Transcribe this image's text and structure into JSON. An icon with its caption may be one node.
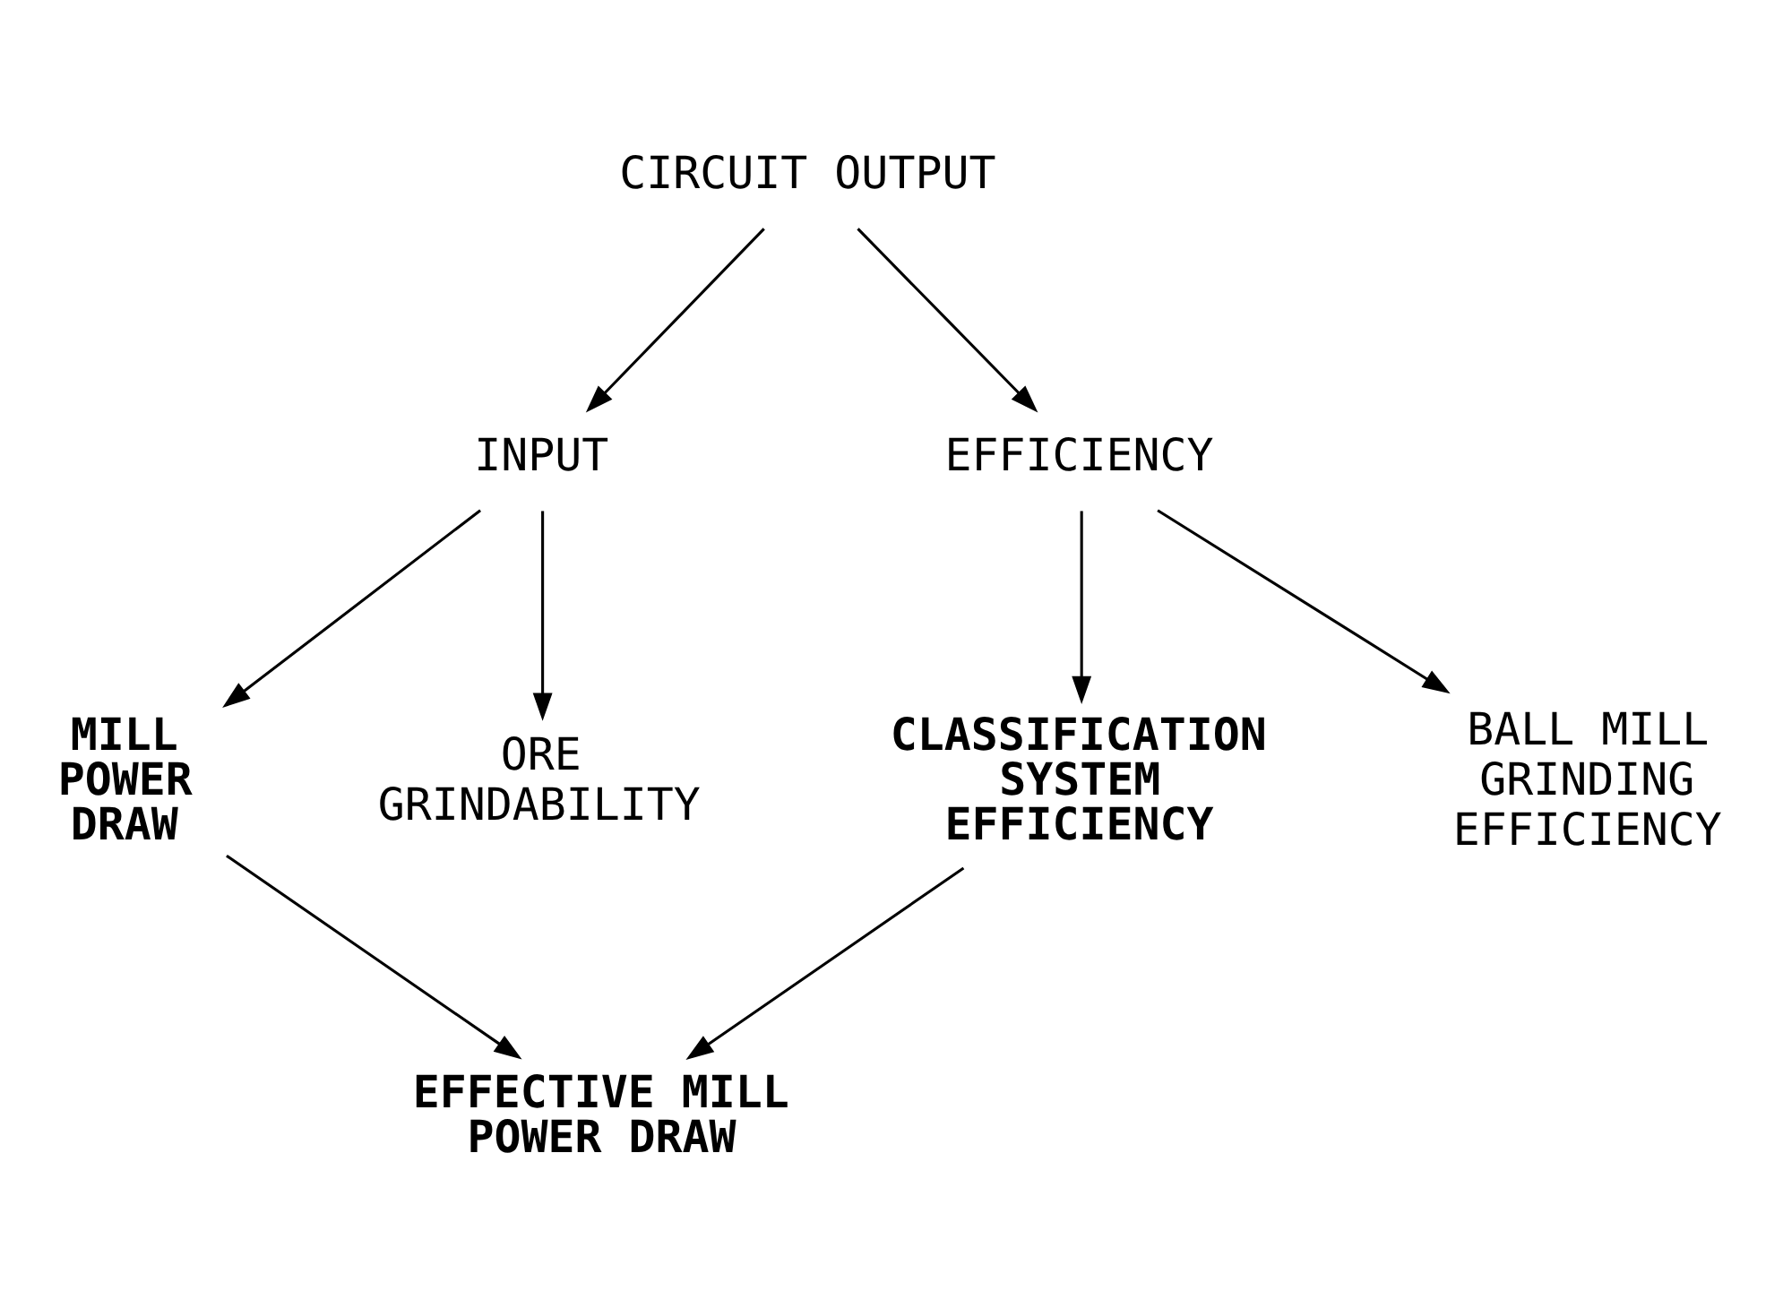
{
  "diagram": {
    "nodes": [
      {
        "text": [
          "CIRCUIT OUTPUT"
        ]
      },
      {
        "text": [
          "INPUT"
        ]
      },
      {
        "text": [
          "EFFICIENCY"
        ]
      },
      {
        "text": [
          "MILL POWER DRAW"
        ]
      },
      {
        "text": [
          "ORE GRINDABILITY"
        ]
      },
      {
        "text": [
          "CLASSIFICATION SYSTEM EFFICIENCY"
        ]
      },
      {
        "text": [
          "BALL MILL GRINDING EFFICIENCY"
        ]
      },
      {
        "text": [
          "EFFECTIVE MILL POWER DRAW"
        ]
      }
    ],
    "edges": [
      {
        "from": 0,
        "to": 1,
        "arrow": "to"
      },
      {
        "from": 0,
        "to": 2,
        "arrow": "to"
      },
      {
        "from": 1,
        "to": 3,
        "arrow": "to"
      },
      {
        "from": 1,
        "to": 4,
        "arrow": "to"
      },
      {
        "from": 2,
        "to": 5,
        "arrow": "to"
      },
      {
        "from": 2,
        "to": 6,
        "arrow": "to"
      },
      {
        "from": 3,
        "to": 7,
        "arrow": "to"
      },
      {
        "from": 5,
        "to": 7,
        "arrow": "to"
      }
    ]
  }
}
